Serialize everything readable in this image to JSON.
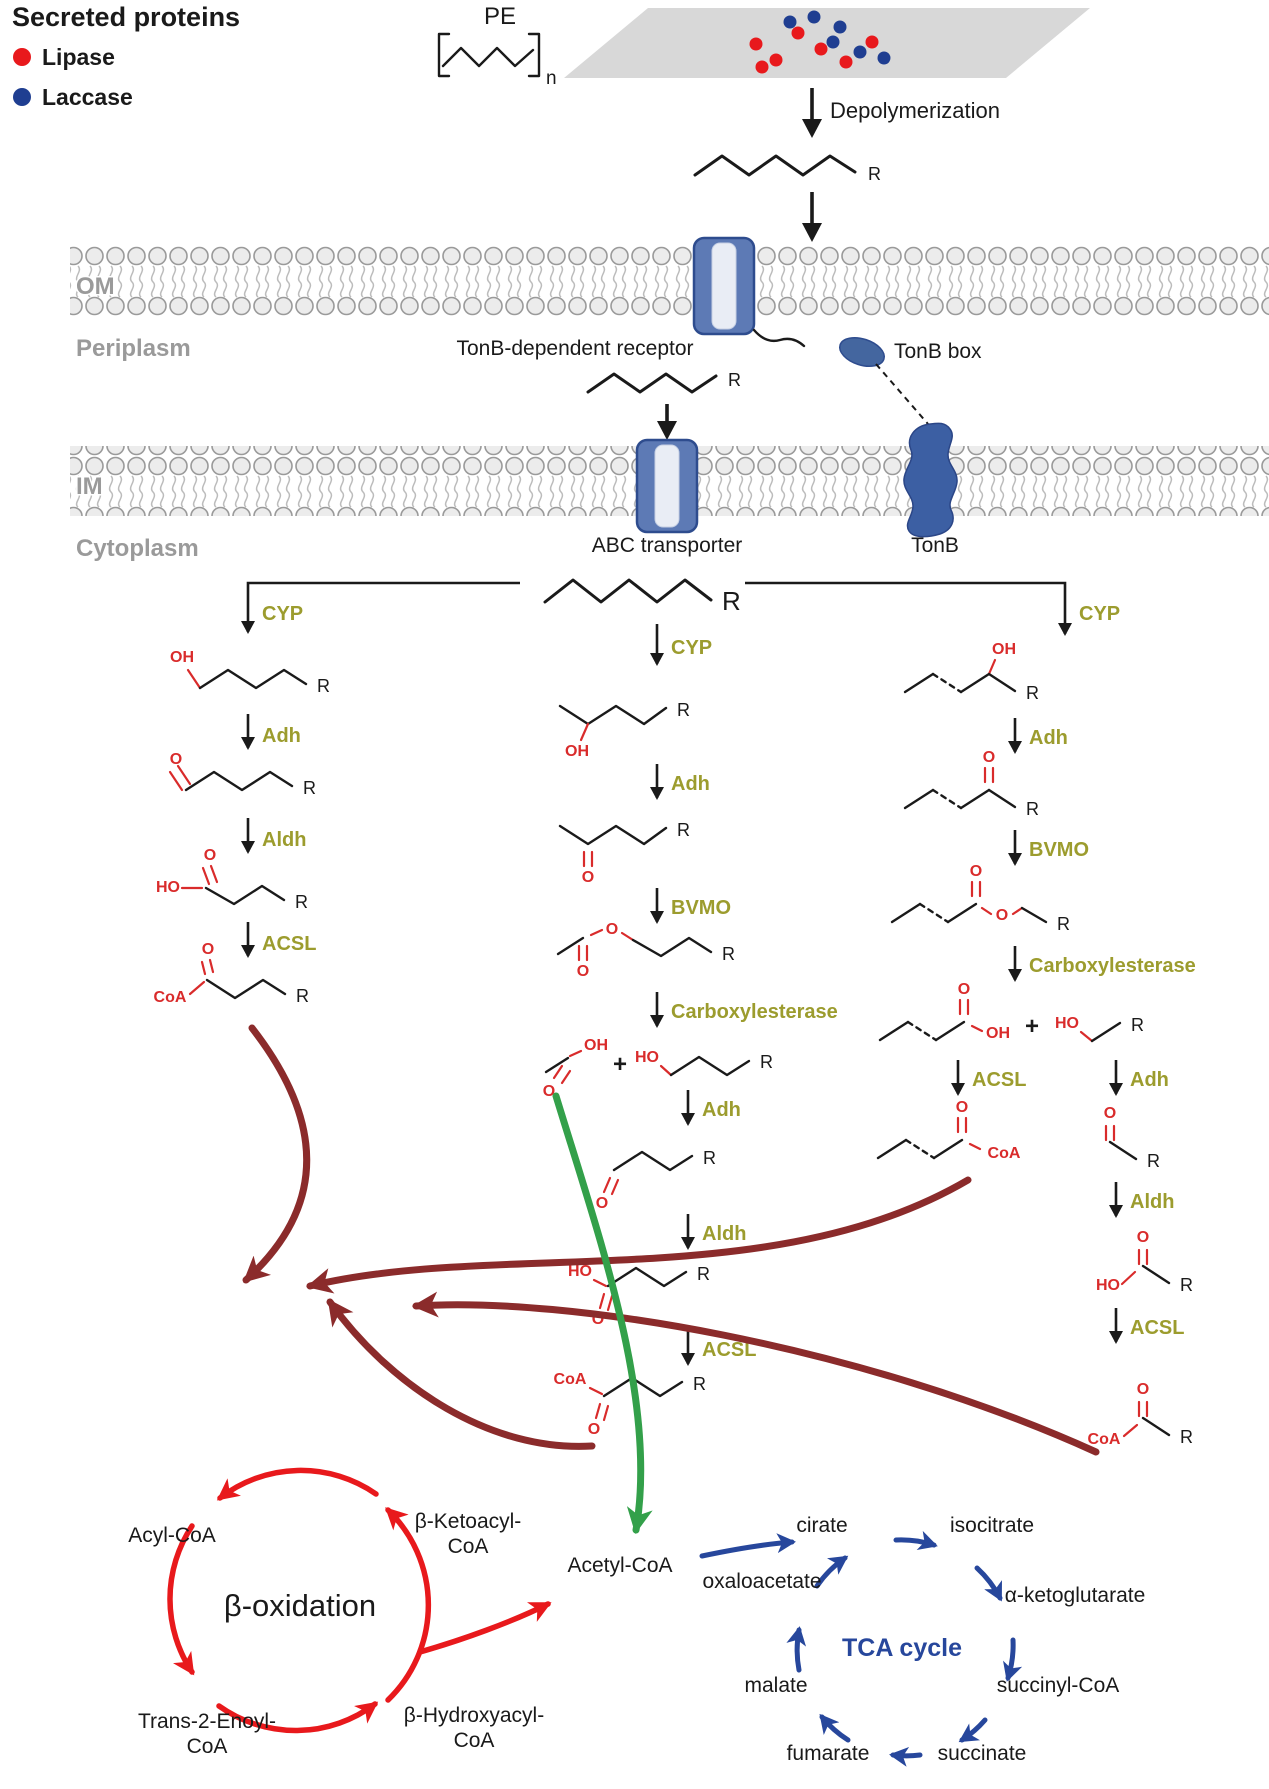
{
  "legend": {
    "title": "Secreted proteins",
    "items": [
      {
        "label": "Lipase",
        "color": "#e8191c"
      },
      {
        "label": "Laccase",
        "color": "#1f3e91"
      }
    ]
  },
  "polymer": {
    "name": "PE",
    "subscript": "n"
  },
  "process": {
    "depolymerization": "Depolymerization"
  },
  "compartments": {
    "om": "OM",
    "periplasm": "Periplasm",
    "im": "IM",
    "cytoplasm": "Cytoplasm"
  },
  "proteins": {
    "tonb_receptor": "TonB-dependent receptor",
    "tonb_box": "TonB box",
    "abc_transporter": "ABC transporter",
    "tonb": "TonB"
  },
  "enzymes": {
    "cyp": "CYP",
    "adh": "Adh",
    "aldh": "Aldh",
    "acsl": "ACSL",
    "bvmo": "BVMO",
    "carboxylesterase": "Carboxylesterase"
  },
  "chem": {
    "r": "R",
    "oh": "OH",
    "ho": "HO",
    "o": "O",
    "coa": "CoA",
    "plus": "+"
  },
  "beta_oxidation": {
    "title": "β-oxidation",
    "acyl_coa": "Acyl-CoA",
    "keto_line1": "β-Ketoacyl-",
    "keto_line2": "CoA",
    "enoyl_line1": "Trans-2-Enoyl-",
    "enoyl_line2": "CoA",
    "hydroxy_line1": "β-Hydroxyacyl-",
    "hydroxy_line2": "CoA"
  },
  "acetyl_coa": "Acetyl-CoA",
  "tca_cycle": {
    "title": "TCA cycle",
    "citrate": "cirate",
    "isocitrate": "isocitrate",
    "alpha_ketoglutarate": "α-ketoglutarate",
    "succinyl_coa": "succinyl-CoA",
    "succinate": "succinate",
    "fumarate": "fumarate",
    "malate": "malate",
    "oxaloacetate": "oxaloacetate"
  },
  "colors": {
    "lipase_red": "#e8191c",
    "laccase_blue": "#1f3e91",
    "enzyme_olive": "#9c9c2e",
    "funnel_dark_red": "#8b2b2b",
    "acetate_green": "#33a04a",
    "tca_blue": "#27479c",
    "beta_ox_red": "#e8191c",
    "protein_blue": "#5d7ab5",
    "chem_red": "#d92b2b"
  }
}
